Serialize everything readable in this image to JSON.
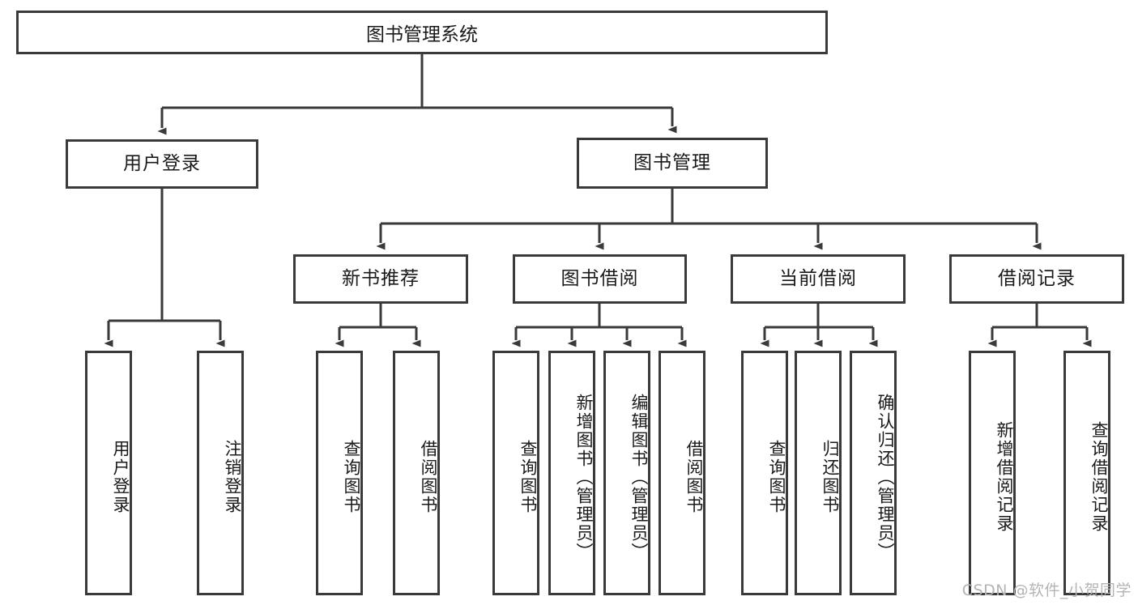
{
  "diagram": {
    "title": "图书管理系统",
    "type": "tree-hierarchy-diagram",
    "root": {
      "label": "图书管理系统"
    },
    "level2": [
      {
        "id": "user-login",
        "label": "用户登录"
      },
      {
        "id": "book-management",
        "label": "图书管理"
      }
    ],
    "level3": [
      {
        "id": "new-book-recommend",
        "label": "新书推荐",
        "parent": "book-management"
      },
      {
        "id": "book-borrow",
        "label": "图书借阅",
        "parent": "book-management"
      },
      {
        "id": "current-borrow",
        "label": "当前借阅",
        "parent": "book-management"
      },
      {
        "id": "borrow-record",
        "label": "借阅记录",
        "parent": "book-management"
      }
    ],
    "leaves": [
      {
        "id": "leaf-user-login",
        "label": "用户登录",
        "parent": "user-login"
      },
      {
        "id": "leaf-logout-login",
        "label": "注销登录",
        "parent": "user-login"
      },
      {
        "id": "leaf-query-book-1",
        "label": "查询图书",
        "parent": "new-book-recommend"
      },
      {
        "id": "leaf-borrow-book-1",
        "label": "借阅图书",
        "parent": "new-book-recommend"
      },
      {
        "id": "leaf-query-book-2",
        "label": "查询图书",
        "parent": "book-borrow"
      },
      {
        "id": "leaf-add-book",
        "label": "新增图书（管理员）",
        "parent": "book-borrow"
      },
      {
        "id": "leaf-edit-book",
        "label": "编辑图书（管理员）",
        "parent": "book-borrow"
      },
      {
        "id": "leaf-borrow-book-2",
        "label": "借阅图书",
        "parent": "book-borrow"
      },
      {
        "id": "leaf-query-book-3",
        "label": "查询图书",
        "parent": "current-borrow"
      },
      {
        "id": "leaf-return-book",
        "label": "归还图书",
        "parent": "current-borrow"
      },
      {
        "id": "leaf-confirm-return",
        "label": "确认归还（管理员）",
        "parent": "current-borrow"
      },
      {
        "id": "leaf-add-record",
        "label": "新增借阅记录",
        "parent": "borrow-record"
      },
      {
        "id": "leaf-query-record",
        "label": "查询借阅记录",
        "parent": "borrow-record"
      }
    ],
    "colors": {
      "stroke": "#3a3a3a",
      "fill": "#ffffff",
      "text": "#1a1a1a",
      "watermark": "#b4b4b4"
    }
  },
  "watermark": {
    "text": "CSDN @软件_小贺同学"
  }
}
